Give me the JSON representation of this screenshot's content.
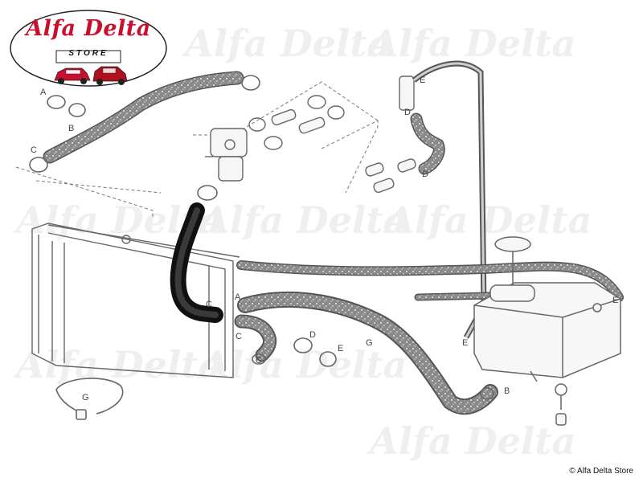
{
  "logo": {
    "brand": "Alfa Delta",
    "tagline": "STORE",
    "brand_color": "#c8102e"
  },
  "watermark": {
    "text": "Alfa Delta"
  },
  "diagram": {
    "highlight_color": "#111111",
    "line_color": "#666666",
    "labels": {
      "a1": "A",
      "b1": "B",
      "c1": "C",
      "e1": "E",
      "d1": "D",
      "d2": "D",
      "c2": "C",
      "a2": "A",
      "c3": "C",
      "c4": "C",
      "d3": "D",
      "e2": "E",
      "g1": "G",
      "e3": "E",
      "e4": "E",
      "b2": "B",
      "g2": "G"
    }
  },
  "footer": {
    "copyright": "© Alfa Delta Store"
  }
}
